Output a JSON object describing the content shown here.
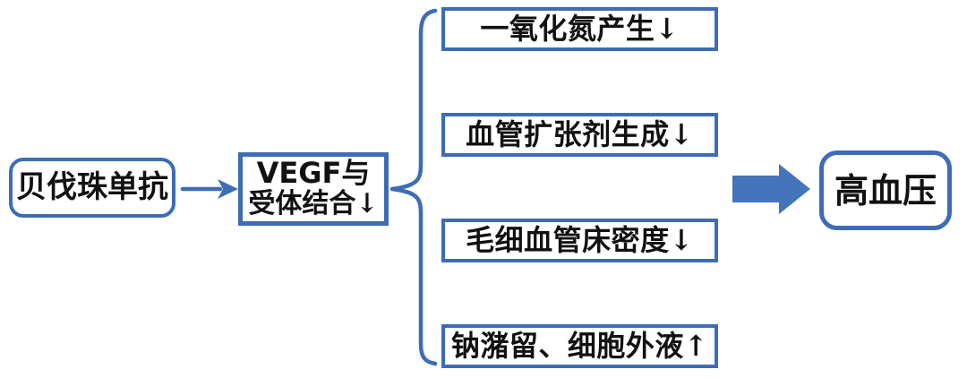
{
  "diagram": {
    "title": "",
    "source": {
      "label": "贝伐珠单抗"
    },
    "mediator": {
      "line1": "VEGF与",
      "line2": "受体结合↓"
    },
    "mechanisms": [
      {
        "label": "一氧化氮产生↓"
      },
      {
        "label": "血管扩张剂生成↓"
      },
      {
        "label": "毛细血管床密度↓"
      },
      {
        "label": "钠潴留、细胞外液↑"
      }
    ],
    "outcome": {
      "label": "高血压"
    },
    "connectors": {
      "small_arrow": "right-arrow",
      "brace": "left-curly-brace",
      "big_arrow": "block-arrow-right"
    },
    "colors": {
      "accent": "#3E6CB5",
      "arrow_fill": "#4474BA",
      "text": "#111111",
      "background": "#FFFFFF"
    }
  }
}
